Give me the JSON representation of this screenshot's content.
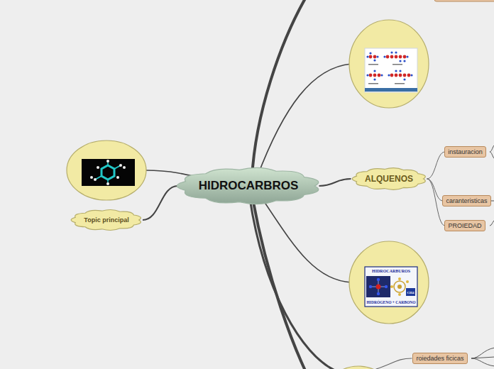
{
  "diagram": {
    "nodes": [
      {
        "text": [
          "HIDROCARBROS"
        ]
      },
      {
        "text": [
          "Topic principal"
        ]
      },
      {
        "text": [
          "ALQUENOS"
        ]
      },
      {
        "text": [
          "instauracion"
        ]
      },
      {
        "text": [
          "caranteristicas"
        ]
      },
      {
        "text": [
          "PROIEDAD"
        ]
      },
      {
        "text": [
          "roiedades ficicas"
        ]
      }
    ],
    "edges": [
      {
        "from": 0,
        "to": 1,
        "arrow": "none"
      },
      {
        "from": 0,
        "to": 2,
        "arrow": "none"
      },
      {
        "from": 2,
        "to": 3,
        "arrow": "none"
      },
      {
        "from": 2,
        "to": 4,
        "arrow": "none"
      },
      {
        "from": 2,
        "to": 5,
        "arrow": "none"
      }
    ],
    "labels": [
      "HIDROCARBUROS",
      "HIDRÓGENO + CARBONO",
      "CH4"
    ]
  }
}
